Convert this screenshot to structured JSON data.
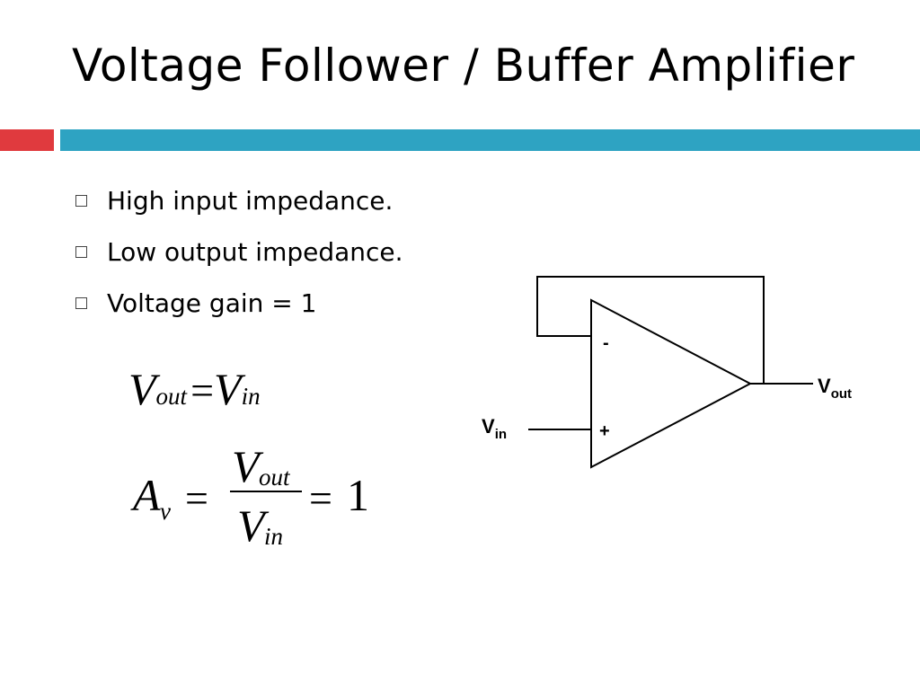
{
  "slide": {
    "title": "Voltage Follower / Buffer Amplifier",
    "bullets": [
      "High input impedance.",
      "Low output impedance.",
      "Voltage gain = 1"
    ]
  },
  "equations": {
    "eq1": {
      "V1": "V",
      "sub1": "out",
      "equals": "=",
      "V2": "V",
      "sub2": "in"
    },
    "eq2": {
      "A": "A",
      "subA": "v",
      "equals": "=",
      "numV": "V",
      "numSub": "out",
      "denV": "V",
      "denSub": "in",
      "equals2": "=",
      "result": "1"
    }
  },
  "diagram": {
    "minus": "-",
    "plus": "+",
    "vin": {
      "main": "V",
      "sub": "in"
    },
    "vout": {
      "main": "V",
      "sub": "out"
    }
  },
  "colors": {
    "accent_red": "#e03a3e",
    "accent_blue": "#2ea3c2"
  }
}
